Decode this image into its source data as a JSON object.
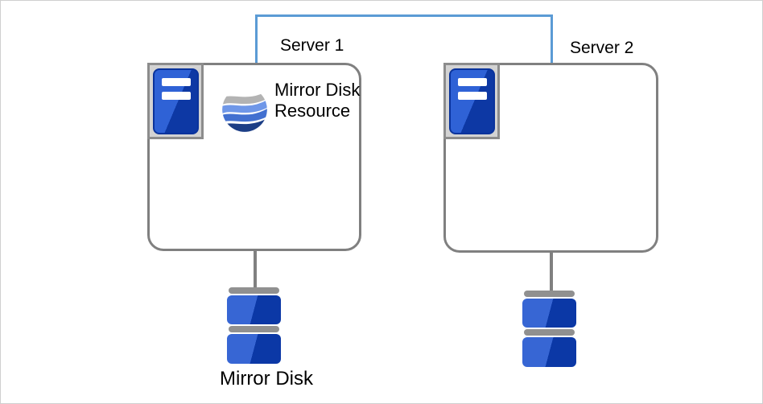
{
  "labels": {
    "server1": "Server 1",
    "server2": "Server 2",
    "mirror_disk_resource": "Mirror Disk Resource",
    "mirror_disk": "Mirror Disk"
  },
  "icons": {
    "server_tower": "server-tower-icon",
    "resource_logo": "wave-sphere-logo",
    "disk": "mirror-disk-icon"
  },
  "colors": {
    "page_border": "#cfcfcf",
    "interconnect": "#5b9bd5",
    "box_border": "#808080",
    "box_fill": "#ffffff",
    "frame_fill": "#d3d3d3",
    "frame_border": "#8c8c8c",
    "tower_light": "#2f62d6",
    "tower_dark": "#0d38a4",
    "tower_border": "#0a339c",
    "tower_bar": "#ffffff",
    "disk_light": "#3766d4",
    "disk_dark": "#0b38a6",
    "disk_band": "#909090",
    "stem": "#808080",
    "logo_gray": "#b3b3b3",
    "logo_blue_light": "#6f97e8",
    "logo_blue_mid": "#4270d0",
    "logo_navy": "#1c3e86",
    "text": "#000000"
  }
}
